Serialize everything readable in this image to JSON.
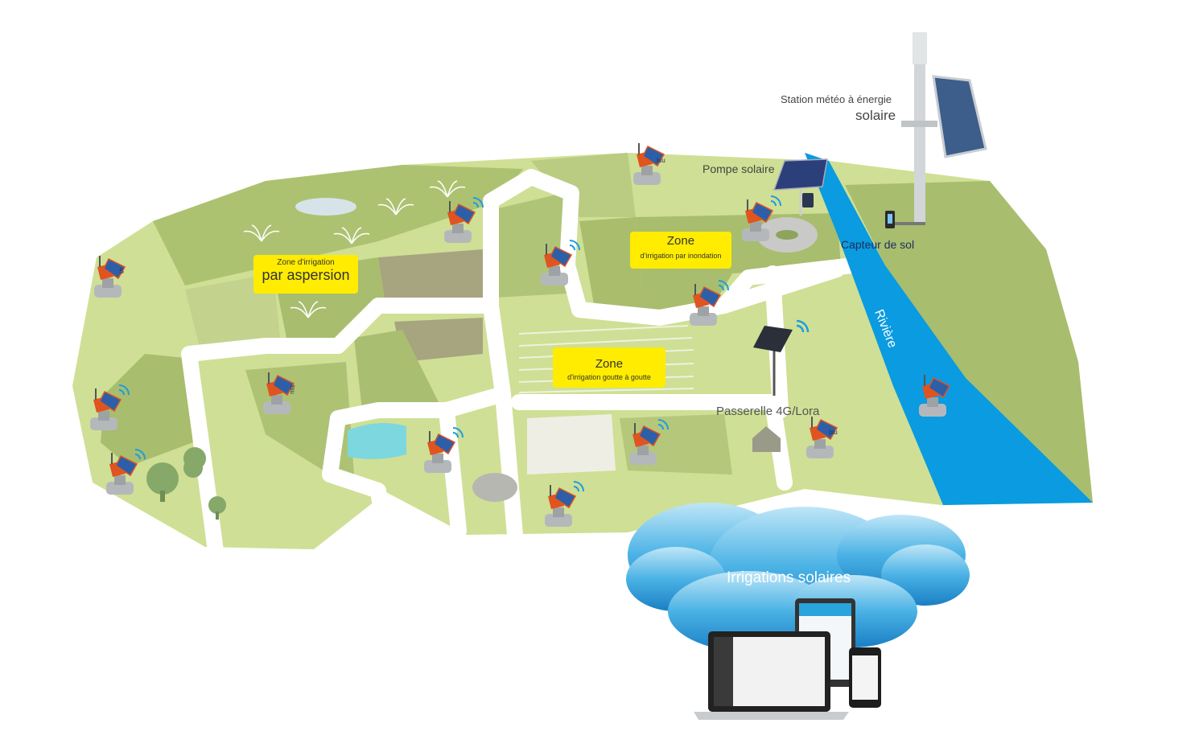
{
  "labels": {
    "weather_station_line1": "Station météo à énergie",
    "weather_station_line2": "solaire",
    "solar_pump": "Pompe solaire",
    "soil_sensor": "Capteur de sol",
    "river": "Rivière",
    "gateway": "Passerelle 4G/Lora",
    "cloud_title": "Irrigations solaires"
  },
  "zones": {
    "sprinkler": {
      "line1": "Zone d'irrigation",
      "line2": "par aspersion"
    },
    "flood": {
      "line1": "Zone",
      "line2": "d'irrigation par inondation"
    },
    "drip": {
      "line1": "Zone",
      "line2": "d'irrigation goutte à goutte"
    }
  },
  "valve_tags": {
    "s": "S",
    "tsu_a": "tsu",
    "tsu_b": "tsu",
    "tsu_c": "tsu"
  },
  "colors": {
    "river": "#0a9be0",
    "field_light": "#d4e29a",
    "field_mid": "#b5c97d",
    "field_dark": "#9fb46a",
    "zone_label": "#ffec00",
    "cloud": "#2ea3dc"
  }
}
